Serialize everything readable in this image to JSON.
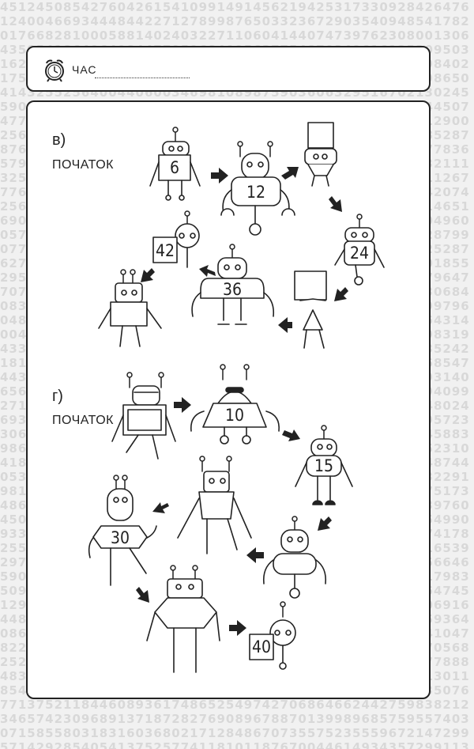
{
  "header": {
    "time_label": "ЧАС"
  },
  "section_v": {
    "letter": "в)",
    "start_label": "ПОЧАТОК",
    "numbers": [
      "6",
      "12",
      "24",
      "36",
      "42"
    ]
  },
  "section_g": {
    "letter": "г)",
    "start_label": "ПОЧАТОК",
    "numbers": [
      "10",
      "15",
      "30",
      "40"
    ]
  }
}
